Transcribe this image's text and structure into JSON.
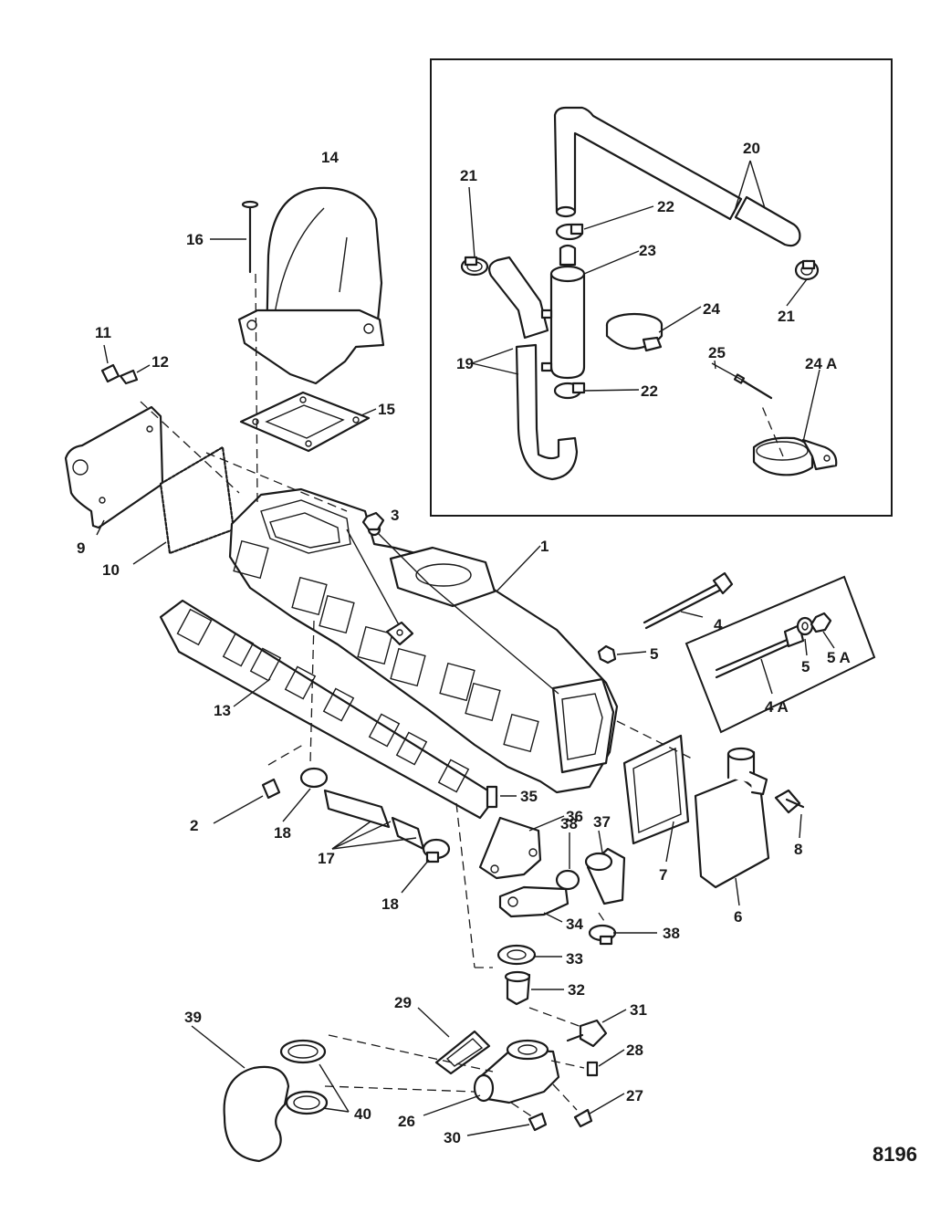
{
  "figure_ref": "8196",
  "callouts": {
    "c1": "1",
    "c2": "2",
    "c3": "3",
    "c4": "4",
    "c4a": "4 A",
    "c5a": "5",
    "c5b": "5",
    "c5c": "5 A",
    "c6": "6",
    "c7": "7",
    "c8": "8",
    "c9": "9",
    "c10": "10",
    "c11": "11",
    "c12": "12",
    "c13": "13",
    "c14": "14",
    "c15": "15",
    "c16": "16",
    "c17": "17",
    "c18a": "18",
    "c18b": "18",
    "c19": "19",
    "c20": "20",
    "c21a": "21",
    "c21b": "21",
    "c22a": "22",
    "c22b": "22",
    "c23": "23",
    "c24": "24",
    "c24a": "24 A",
    "c25": "25",
    "c26": "26",
    "c27": "27",
    "c28": "28",
    "c29": "29",
    "c30": "30",
    "c31": "31",
    "c32": "32",
    "c33": "33",
    "c34": "34",
    "c35": "35",
    "c36": "36",
    "c37": "37",
    "c38a": "38",
    "c38b": "38",
    "c39": "39",
    "c40": "40"
  }
}
